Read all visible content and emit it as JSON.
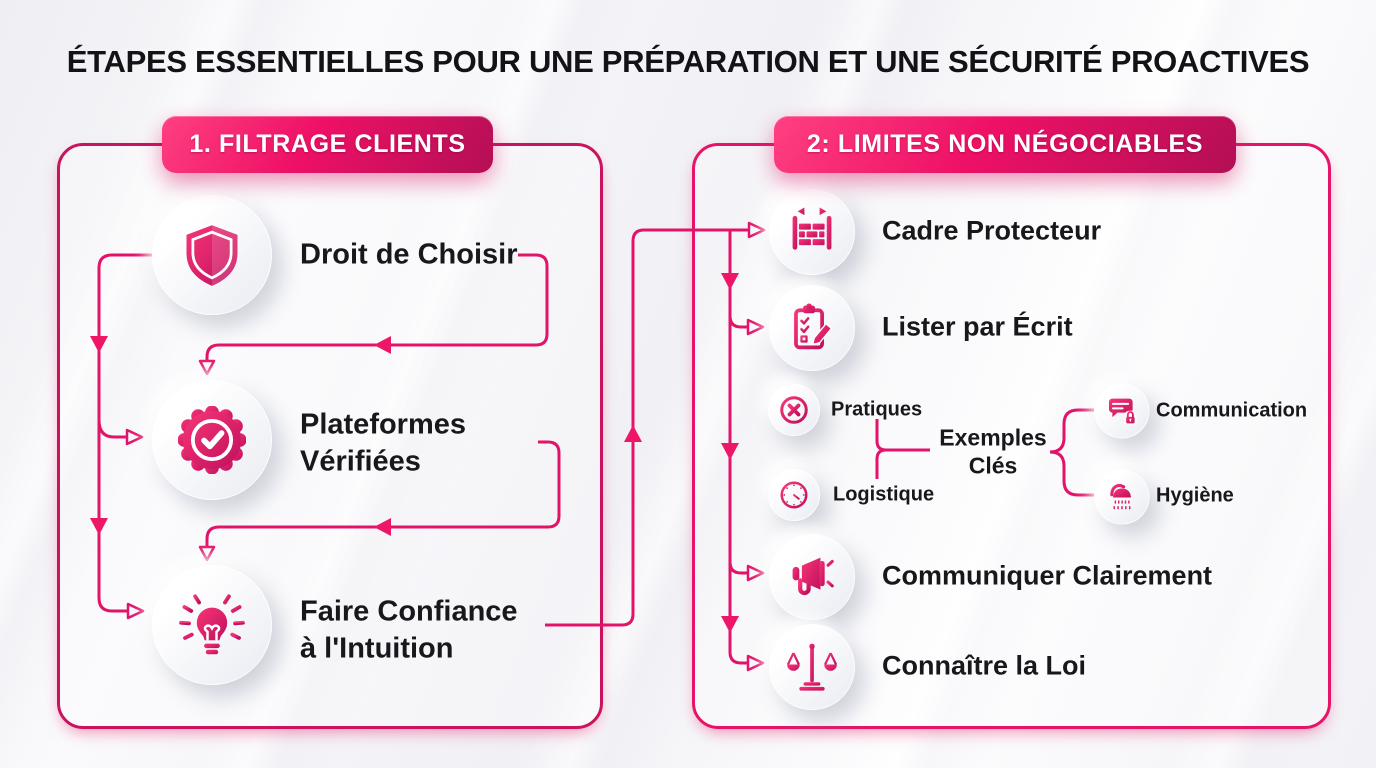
{
  "title": "ÉTAPES ESSENTIELLES POUR UNE PRÉPARATION ET UNE SÉCURITÉ PROACTIVES",
  "colors": {
    "accent": "#ee1566",
    "accent_dark": "#b30f55",
    "line": "#e2146a",
    "panel_border_left": "#c9135e",
    "panel_border_right": "#e51468",
    "text": "#18181c",
    "background": "#f2f2f6"
  },
  "left_panel": {
    "header": "1. FILTRAGE CLIENTS",
    "items": [
      {
        "label": "Droit de Choisir",
        "icon": "shield-icon"
      },
      {
        "label": "Plateformes\nVérifiées",
        "icon": "verified-badge-icon"
      },
      {
        "label": "Faire Confiance\nà l'Intuition",
        "icon": "lightbulb-icon"
      }
    ]
  },
  "right_panel": {
    "header": "2: LIMITES NON NÉGOCIABLES",
    "items": [
      {
        "label": "Cadre Protecteur",
        "icon": "barrier-wall-icon"
      },
      {
        "label": "Lister par Écrit",
        "icon": "checklist-pencil-icon"
      },
      {
        "label": "Communiquer Clairement",
        "icon": "megaphone-icon"
      },
      {
        "label": "Connaître la Loi",
        "icon": "justice-scales-icon"
      }
    ],
    "examples_cluster": {
      "center_label": "Exemples\nClés",
      "left_items": [
        {
          "label": "Pratiques",
          "icon": "cross-circle-icon"
        },
        {
          "label": "Logistique",
          "icon": "clock-icon"
        }
      ],
      "right_items": [
        {
          "label": "Communication",
          "icon": "chat-lock-icon"
        },
        {
          "label": "Hygiène",
          "icon": "shower-icon"
        }
      ]
    }
  }
}
